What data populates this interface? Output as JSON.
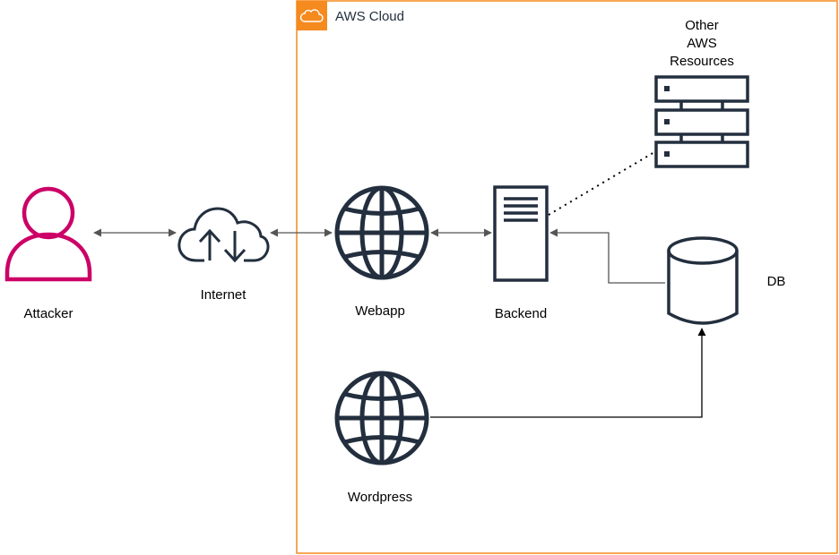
{
  "cloud": {
    "label": "AWS Cloud",
    "border_color": "#f58a1f"
  },
  "nodes": {
    "attacker": {
      "label": "Attacker",
      "color": "#cc0066",
      "icon": "user-icon"
    },
    "internet": {
      "label": "Internet",
      "icon": "cloud-upload-download-icon"
    },
    "webapp": {
      "label": "Webapp",
      "icon": "globe-icon"
    },
    "backend": {
      "label": "Backend",
      "icon": "server-icon"
    },
    "wordpress": {
      "label": "Wordpress",
      "icon": "globe-icon"
    },
    "db": {
      "label": "DB",
      "icon": "database-icon"
    },
    "other": {
      "lines": [
        "Other",
        "AWS",
        "Resources"
      ],
      "icon": "server-rack-icon"
    }
  },
  "edges": [
    {
      "from": "attacker",
      "to": "internet",
      "style": "bidirectional-arrow"
    },
    {
      "from": "internet",
      "to": "webapp",
      "style": "bidirectional-arrow"
    },
    {
      "from": "webapp",
      "to": "backend",
      "style": "bidirectional-arrow"
    },
    {
      "from": "backend",
      "to": "db",
      "style": "elbow-arrow-to-backend"
    },
    {
      "from": "wordpress",
      "to": "db",
      "style": "elbow-arrow-to-db"
    },
    {
      "from": "backend",
      "to": "other",
      "style": "dotted"
    }
  ],
  "colors": {
    "icon_stroke": "#232f3e",
    "connector": "#444444"
  }
}
